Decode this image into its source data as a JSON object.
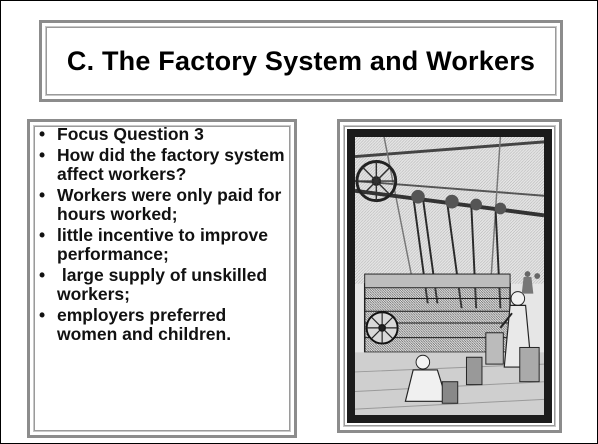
{
  "slide": {
    "title": "C. The Factory System and Workers",
    "bullets": [
      "Focus Question 3",
      "How did the factory system affect workers?",
      "Workers were only paid for hours worked;",
      "little incentive to improve performance;",
      " large supply of unskilled workers;",
      "employers preferred women and children."
    ],
    "bullet_symbol": "•",
    "image": {
      "icon": "factory-engraving-image",
      "frame_color": "#8c8c8c"
    }
  }
}
